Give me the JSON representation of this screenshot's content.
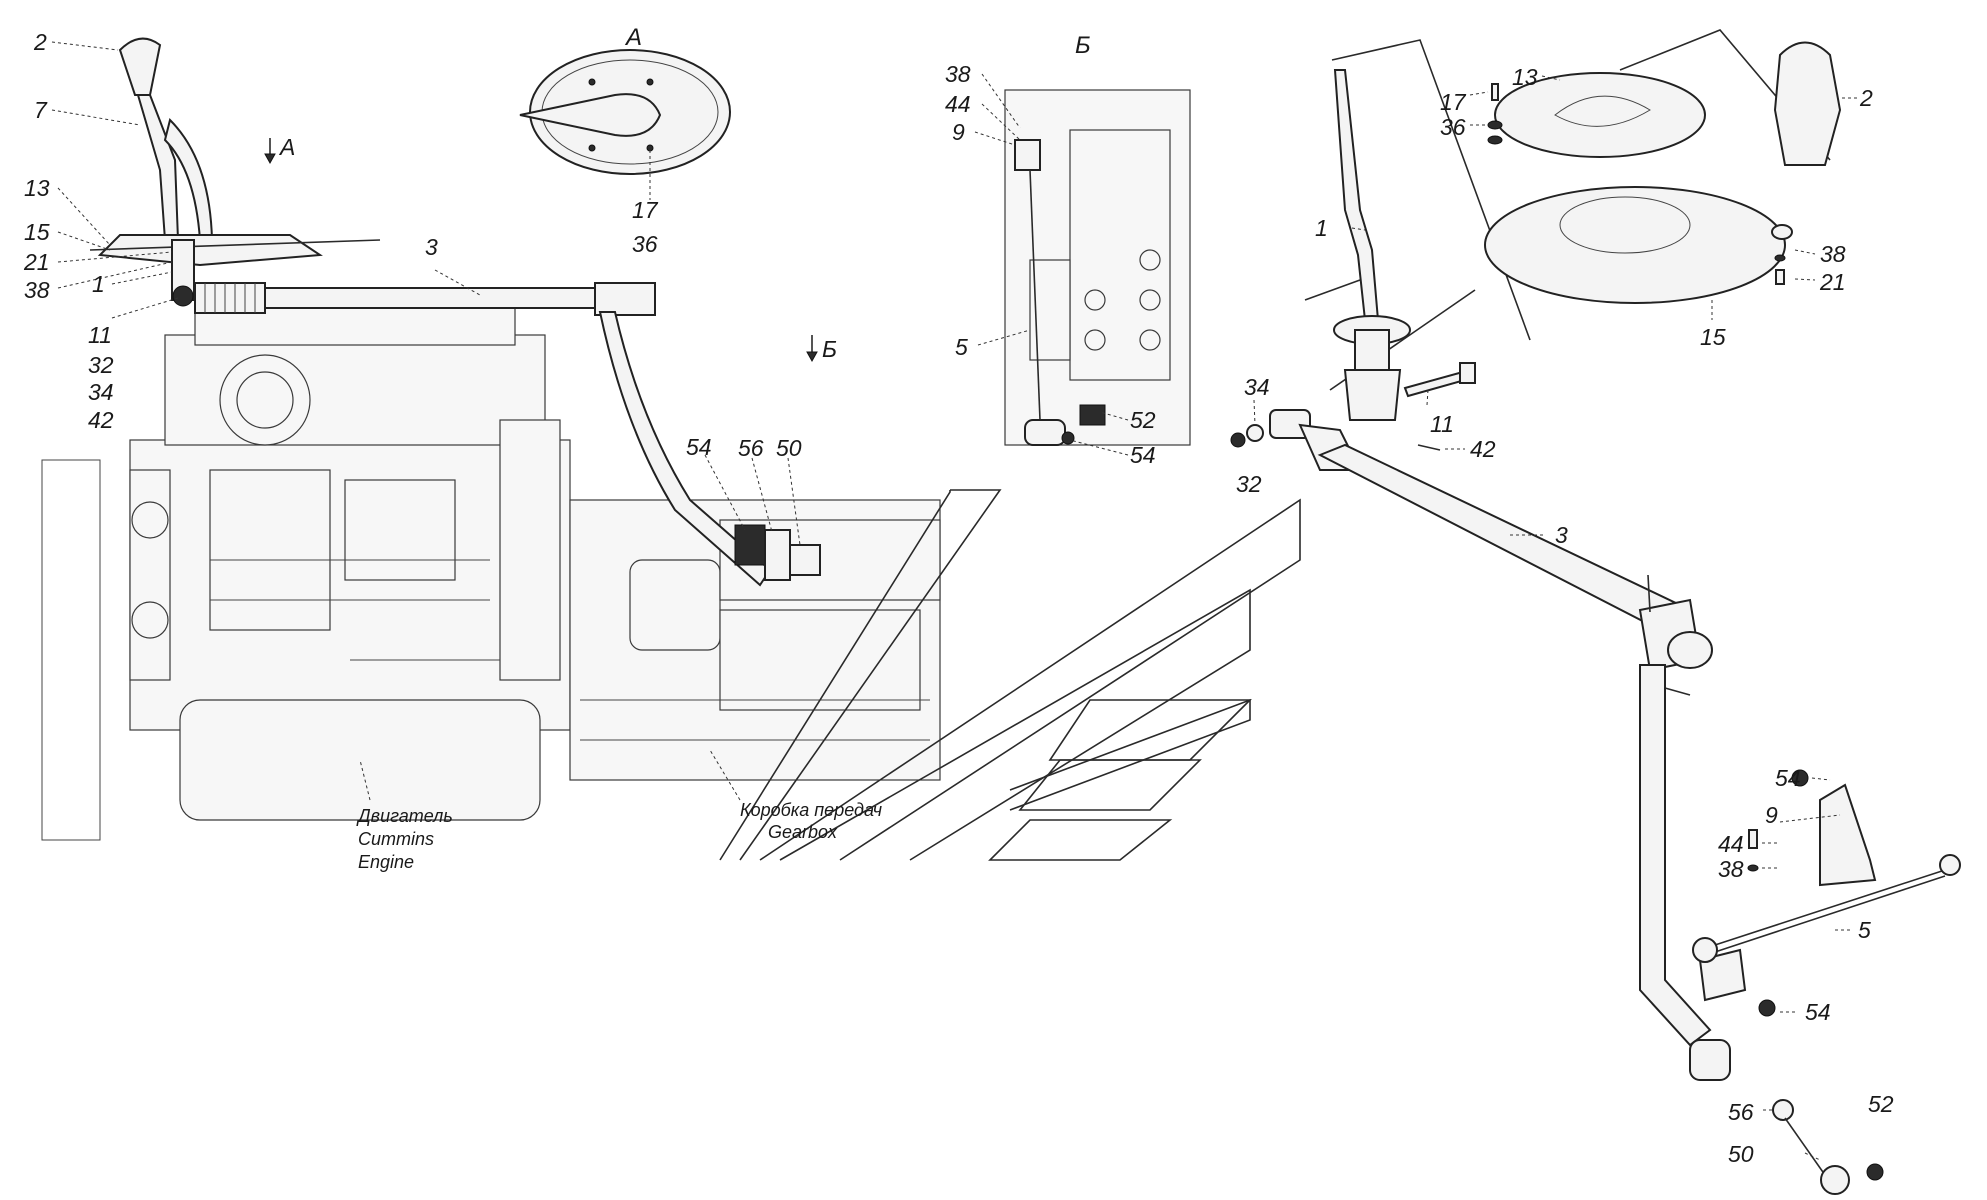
{
  "views": {
    "view_a": "А",
    "view_b": "Б"
  },
  "captions": {
    "engine": [
      "Двигатель",
      "Cummins",
      "Engine"
    ],
    "gearbox": [
      "Коробка передач",
      "Gearbox"
    ]
  },
  "labels": {
    "left_2": "2",
    "left_7": "7",
    "left_13": "13",
    "left_15": "15",
    "left_21": "21",
    "left_38": "38",
    "left_1": "1",
    "left_11": "11",
    "left_32": "32",
    "left_34": "34",
    "left_42": "42",
    "left_3": "3",
    "left_54": "54",
    "left_56": "56",
    "left_50": "50",
    "arrow_a": "А",
    "arrow_b": "Б",
    "va_17": "17",
    "va_36": "36",
    "vb_38": "38",
    "vb_44": "44",
    "vb_9": "9",
    "vb_5": "5",
    "vb_52": "52",
    "vb_54": "54",
    "r_17": "17",
    "r_36": "36",
    "r_13": "13",
    "r_2": "2",
    "r_38": "38",
    "r_21": "21",
    "r_15": "15",
    "r_1": "1",
    "r_34": "34",
    "r_32": "32",
    "r_11": "11",
    "r_42": "42",
    "r_3": "3",
    "r_54a": "54",
    "r_9": "9",
    "r_44": "44",
    "r_38b": "38",
    "r_5": "5",
    "r_54b": "54",
    "r_56": "56",
    "r_52": "52",
    "r_50": "50"
  }
}
